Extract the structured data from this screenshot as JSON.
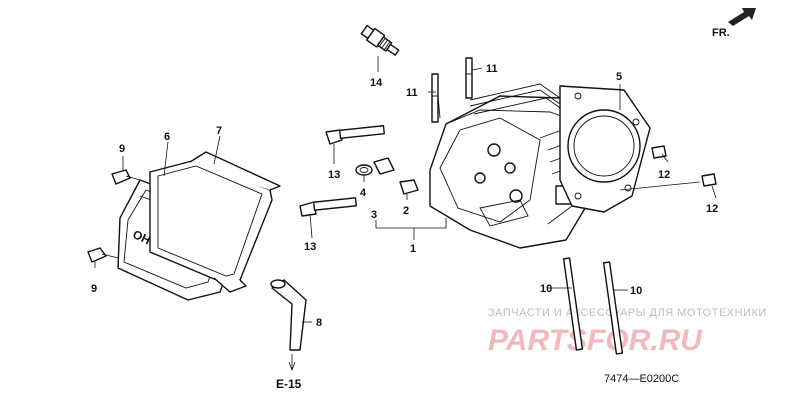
{
  "diagram": {
    "parts": [
      {
        "id": "c1",
        "label": "1"
      },
      {
        "id": "c2",
        "label": "2"
      },
      {
        "id": "c3",
        "label": "3"
      },
      {
        "id": "c4",
        "label": "4"
      },
      {
        "id": "c5",
        "label": "5"
      },
      {
        "id": "c6",
        "label": "6"
      },
      {
        "id": "c7",
        "label": "7"
      },
      {
        "id": "c8",
        "label": "8"
      },
      {
        "id": "c9a",
        "label": "9"
      },
      {
        "id": "c9b",
        "label": "9"
      },
      {
        "id": "c10a",
        "label": "10"
      },
      {
        "id": "c10b",
        "label": "10"
      },
      {
        "id": "c11a",
        "label": "11"
      },
      {
        "id": "c11b",
        "label": "11"
      },
      {
        "id": "c12a",
        "label": "12"
      },
      {
        "id": "c12b",
        "label": "12"
      },
      {
        "id": "c13a",
        "label": "13"
      },
      {
        "id": "c13b",
        "label": "13"
      },
      {
        "id": "c14",
        "label": "14"
      }
    ],
    "ref": "E-15",
    "direction": "FR.",
    "cover_text": "OHV",
    "code": "7474—E0200C"
  },
  "watermark": {
    "top": "ЗАПЧАСТИ И АКСЕССУАРЫ ДЛЯ МОТОТЕХНИКИ",
    "big": "PARTSFOR.RU",
    "color": "#f2b8bc"
  }
}
